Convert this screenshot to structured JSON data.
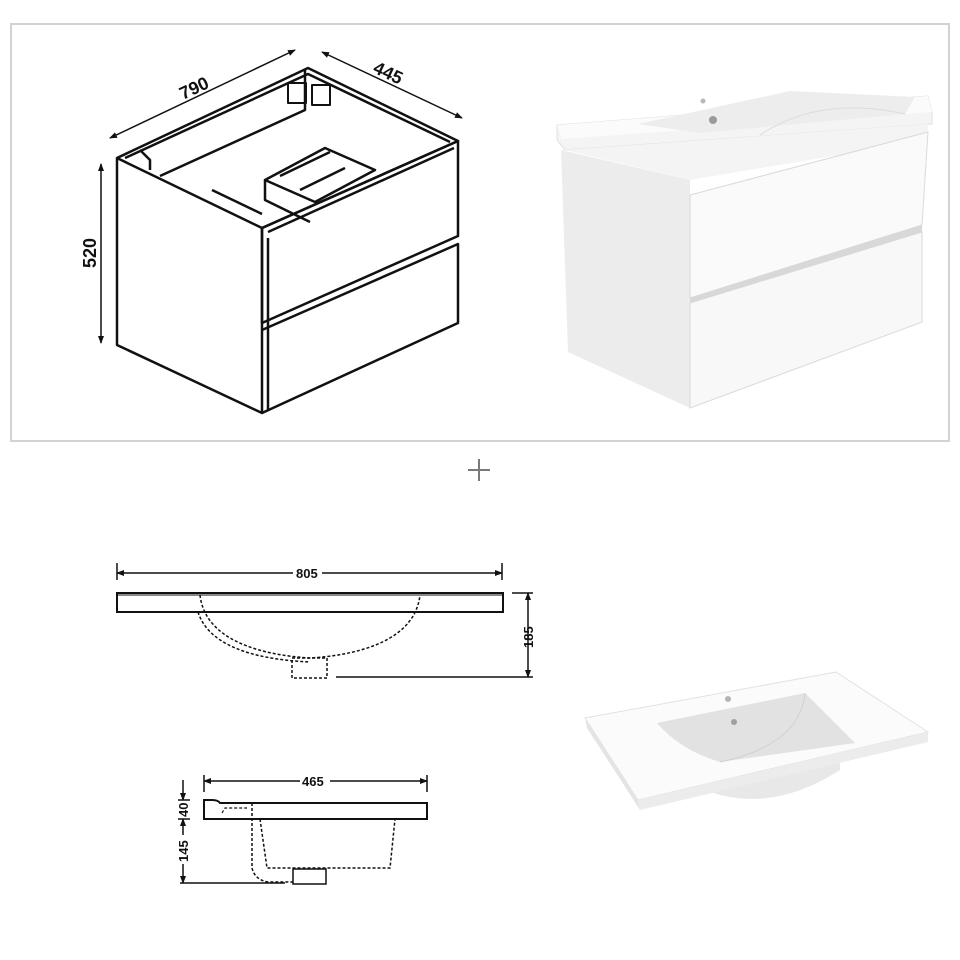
{
  "cabinet_drawing": {
    "width_label": "790",
    "depth_label": "445",
    "height_label": "520"
  },
  "cabinet_render": {
    "description": "white wall-hung vanity cabinet with two drawers and integrated ceramic basin",
    "color": "#f2f2f2"
  },
  "separator": {
    "symbol": "plus-icon"
  },
  "basin_front_view": {
    "width_label": "805",
    "height_label": "185"
  },
  "basin_side_view": {
    "depth_label": "465",
    "top_thickness_label": "40",
    "bowl_depth_label": "145"
  },
  "basin_render": {
    "description": "white ceramic washbasin with tap hole and overflow"
  },
  "colors": {
    "panel_border": "#d2d2d2",
    "line": "#111111",
    "plus": "#7a7a7a"
  }
}
